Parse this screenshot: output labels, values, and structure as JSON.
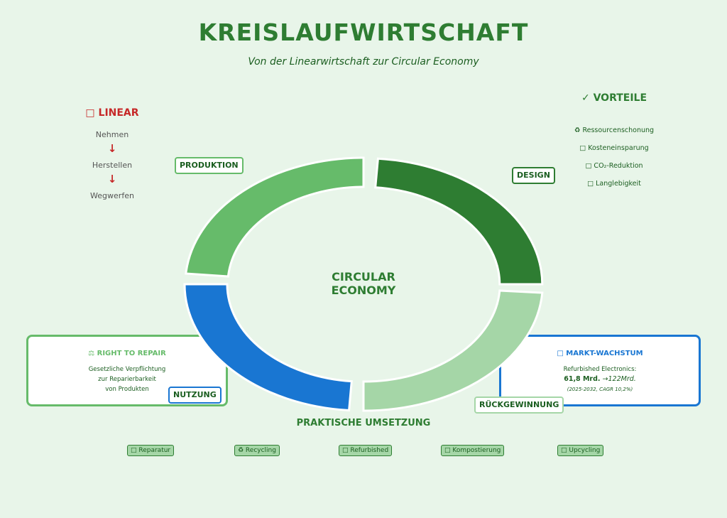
{
  "header": {
    "title": "KREISLAUFWIRTSCHAFT",
    "subtitle": "Von der Linearwirtschaft zur Circular Economy"
  },
  "linear": {
    "heading": "□ LINEAR",
    "steps": [
      "Nehmen",
      "Herstellen",
      "Wegwerfen"
    ],
    "arrow": "↓"
  },
  "vorteile": {
    "heading": "✓ VORTEILE",
    "items": [
      "♻ Ressourcenschonung",
      "□ Kosteneinsparung",
      "□ CO₂-Reduktion",
      "□ Langlebigkeit"
    ]
  },
  "cycle": {
    "center_line1": "CIRCULAR",
    "center_line2": "ECONOMY",
    "phases": [
      {
        "label": "DESIGN",
        "color": "#2e7d32"
      },
      {
        "label": "RÜCKGEWINNUNG",
        "color": "#a5d6a7"
      },
      {
        "label": "NUTZUNG",
        "color": "#1976d2"
      },
      {
        "label": "PRODUKTION",
        "color": "#66bb6a"
      }
    ]
  },
  "right_to_repair": {
    "title": "⚖ RIGHT TO REPAIR",
    "lines": [
      "Gesetzliche Verpflichtung",
      "zur Reparierbarkeit",
      "von Produkten"
    ],
    "color": "#66bb6a"
  },
  "market": {
    "title": "□ MARKT-WACHSTUM",
    "line1": "Refurbished Electronics:",
    "value_bold": "61,8 Mrd.",
    "value_rest": " →122Mrd.",
    "note": "(2025-2032, CAGR 10,2%)",
    "color": "#1976d2"
  },
  "practice": {
    "heading": "PRAKTISCHE UMSETZUNG",
    "chips": [
      "□ Reparatur",
      "♻ Recycling",
      "□ Refurbished",
      "□ Kompostierung",
      "□ Upcycling"
    ]
  }
}
